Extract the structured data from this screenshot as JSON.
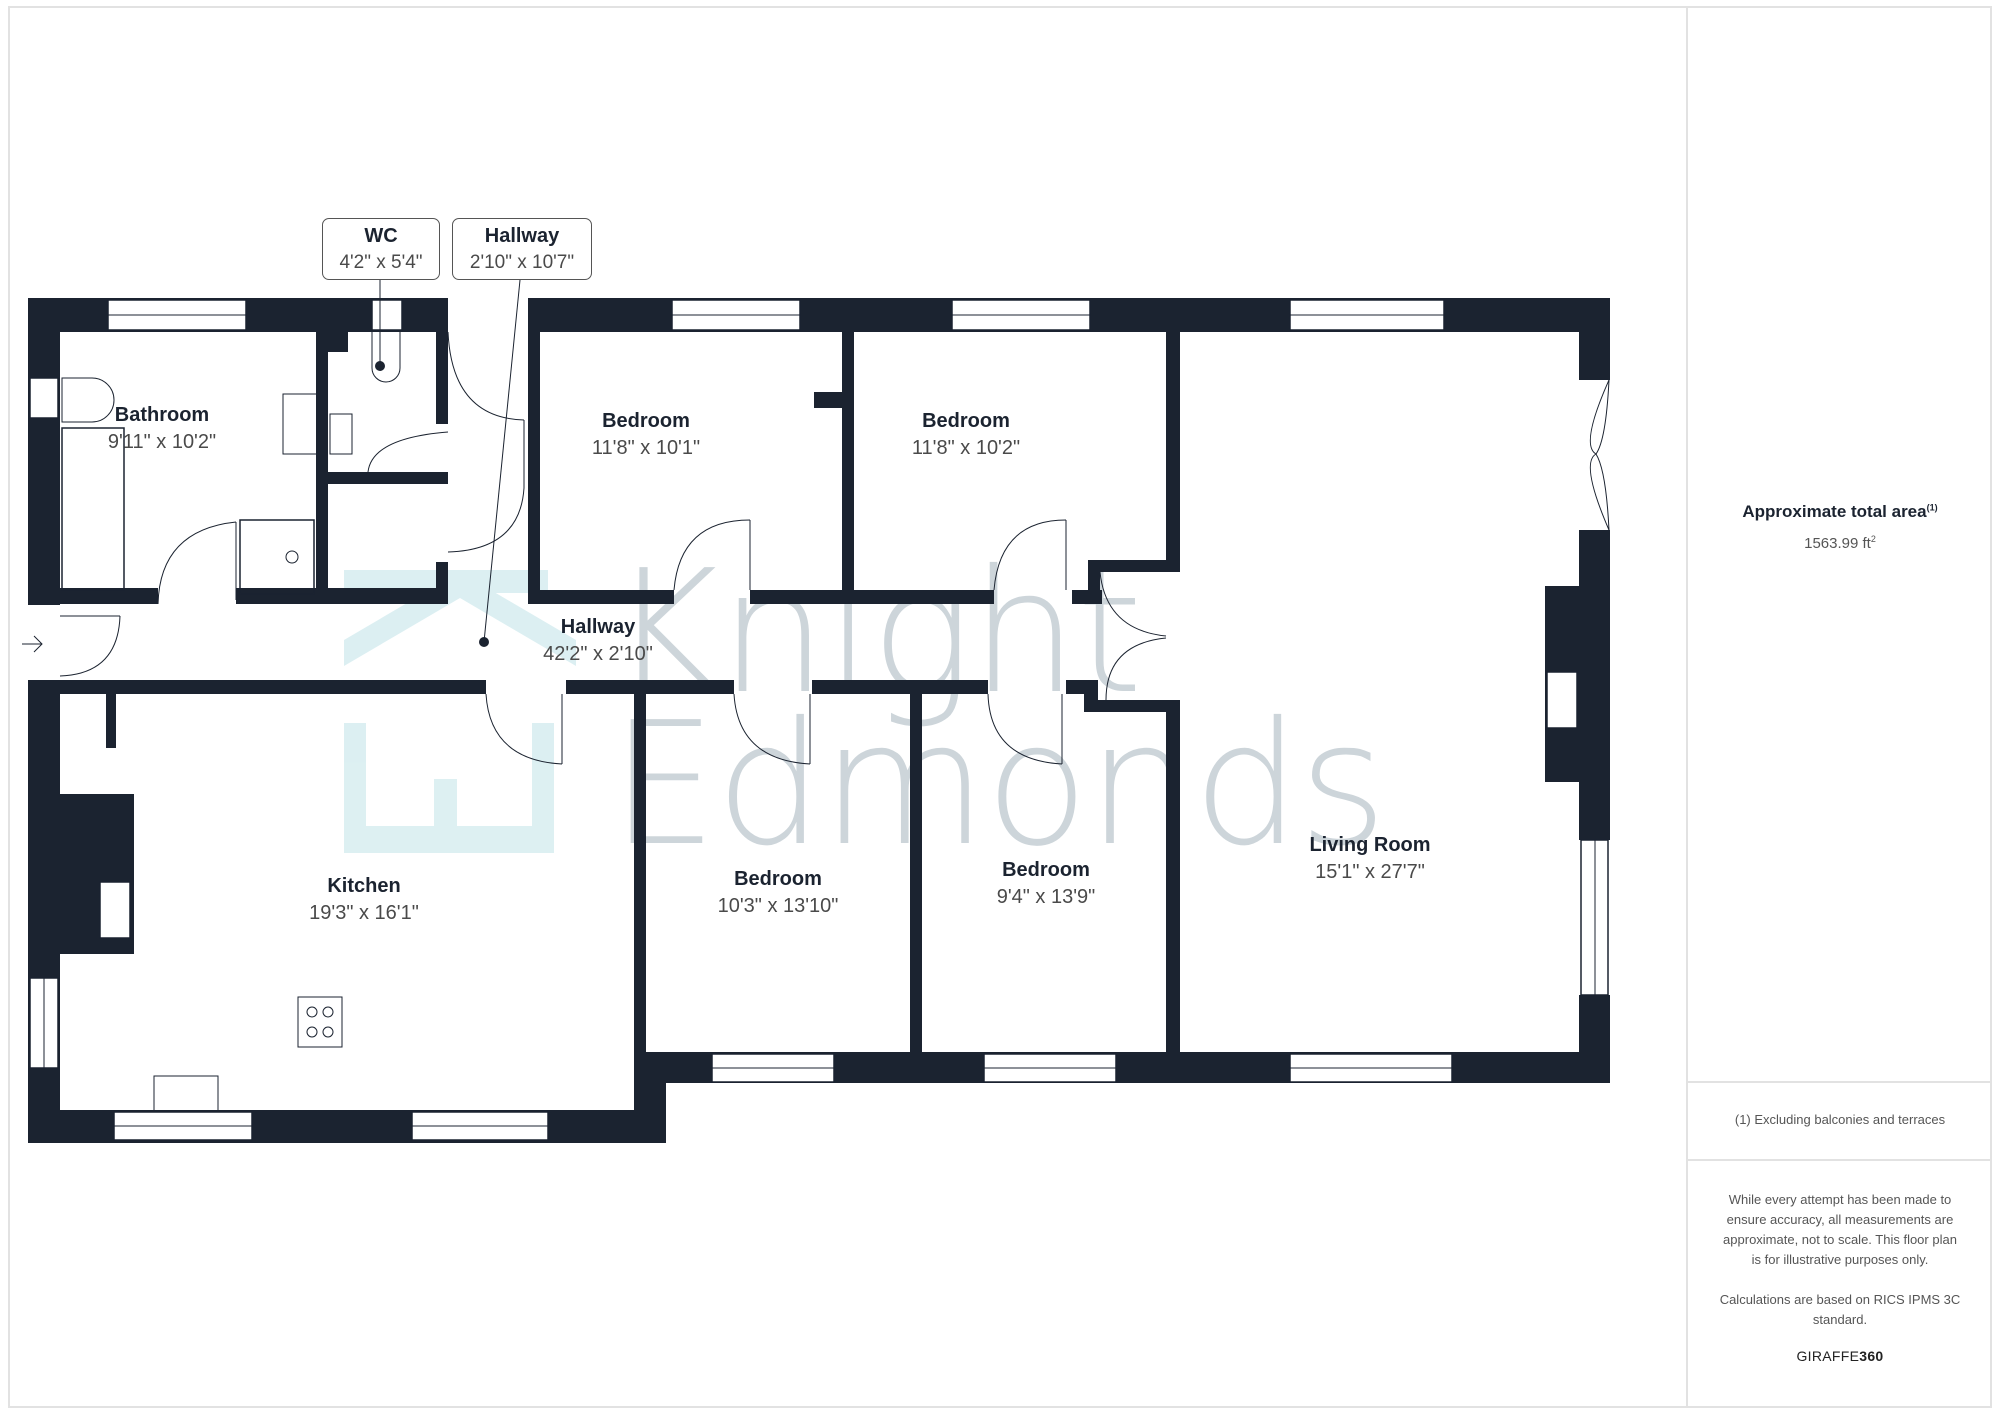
{
  "floor_plan": {
    "rooms": [
      {
        "id": "bathroom",
        "name": "Bathroom",
        "dimensions": "9'11\" x 10'2\""
      },
      {
        "id": "wc",
        "name": "WC",
        "dimensions": "4'2\" x 5'4\""
      },
      {
        "id": "hallway-small",
        "name": "Hallway",
        "dimensions": "2'10\" x 10'7\""
      },
      {
        "id": "bedroom-1",
        "name": "Bedroom",
        "dimensions": "11'8\" x 10'1\""
      },
      {
        "id": "bedroom-2",
        "name": "Bedroom",
        "dimensions": "11'8\" x 10'2\""
      },
      {
        "id": "hallway-main",
        "name": "Hallway",
        "dimensions": "42'2\" x 2'10\""
      },
      {
        "id": "kitchen",
        "name": "Kitchen",
        "dimensions": "19'3\" x 16'1\""
      },
      {
        "id": "bedroom-3",
        "name": "Bedroom",
        "dimensions": "10'3\" x 13'10\""
      },
      {
        "id": "bedroom-4",
        "name": "Bedroom",
        "dimensions": "9'4\" x 13'9\""
      },
      {
        "id": "living-room",
        "name": "Living Room",
        "dimensions": "15'1\" x 27'7\""
      }
    ],
    "watermark": {
      "line1": "Knight",
      "line2": "Edmonds"
    },
    "colors": {
      "wall": "#1b2330",
      "watermark_text": "#cdd5da",
      "watermark_logo": "#d9eef1",
      "callout_border": "#555555"
    }
  },
  "side_panel": {
    "area_title": "Approximate total area",
    "area_footnote_marker": "(1)",
    "area_value": "1563.99 ft",
    "area_unit_sup": "2",
    "footnote": "(1) Excluding balconies and terraces",
    "disclaimer": "While every attempt has been made to ensure accuracy, all measurements are approximate, not to scale. This floor plan is for illustrative purposes only.",
    "calculation_note": "Calculations are based on RICS IPMS 3C standard.",
    "brand_light": "GIRAFFE",
    "brand_bold": "360"
  }
}
